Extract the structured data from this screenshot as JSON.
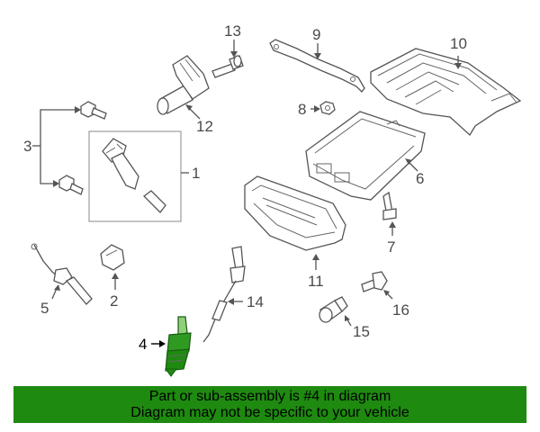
{
  "callouts": [
    {
      "id": "1",
      "text": "1"
    },
    {
      "id": "2",
      "text": "2"
    },
    {
      "id": "3",
      "text": "3"
    },
    {
      "id": "4",
      "text": "4"
    },
    {
      "id": "5",
      "text": "5"
    },
    {
      "id": "6",
      "text": "6"
    },
    {
      "id": "7",
      "text": "7"
    },
    {
      "id": "8",
      "text": "8"
    },
    {
      "id": "9",
      "text": "9"
    },
    {
      "id": "10",
      "text": "10"
    },
    {
      "id": "11",
      "text": "11"
    },
    {
      "id": "12",
      "text": "12"
    },
    {
      "id": "13",
      "text": "13"
    },
    {
      "id": "14",
      "text": "14"
    },
    {
      "id": "15",
      "text": "15"
    },
    {
      "id": "16",
      "text": "16"
    }
  ],
  "highlight": {
    "part": "4",
    "color": "#1e8a10"
  },
  "banner": {
    "line1": "Part or sub-assembly is #4 in diagram",
    "line2": "Diagram may not be specific to your vehicle",
    "background": "#1e8a10"
  }
}
